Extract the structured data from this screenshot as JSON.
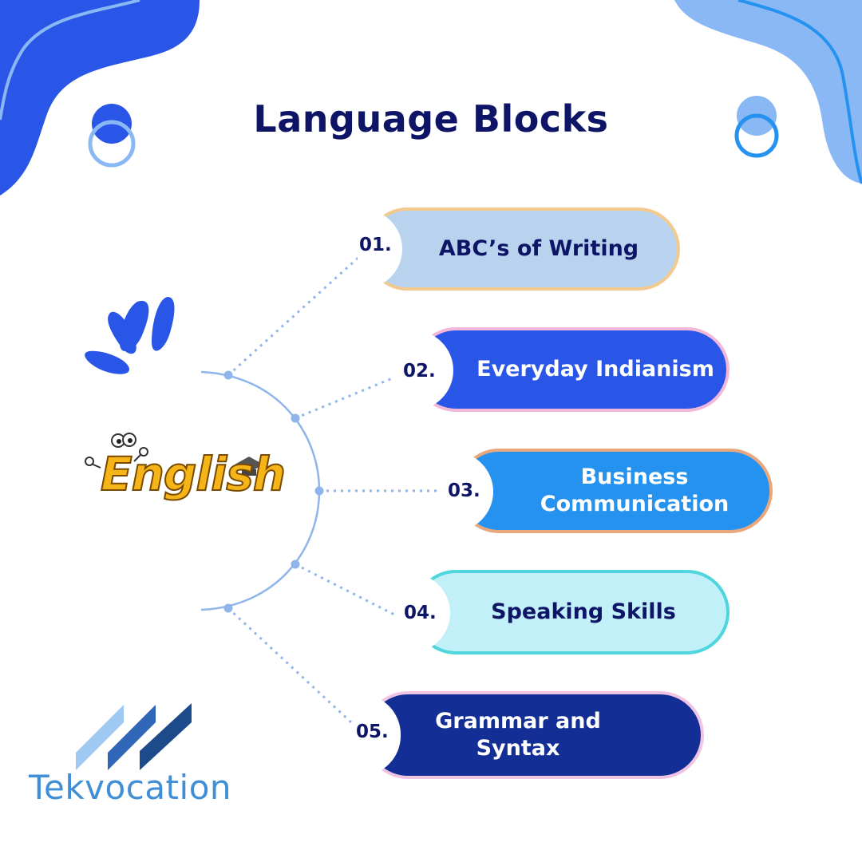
{
  "title": "Language Blocks",
  "center_label": "English",
  "brand": "Tekvocation",
  "items": [
    {
      "number": "01.",
      "label": "ABC’s of Writing",
      "fill": "#b9d3ef",
      "border": "#f3c98e",
      "text_color": "#0f1566"
    },
    {
      "number": "02.",
      "label": "Everyday Indianism",
      "fill": "#2a56e8",
      "border": "#f2b8d9",
      "text_color": "#ffffff"
    },
    {
      "number": "03.",
      "label_lines": [
        "Business",
        "Communication"
      ],
      "fill": "#2592ef",
      "border": "#e8a77c",
      "text_color": "#ffffff"
    },
    {
      "number": "04.",
      "label": "Speaking Skills",
      "fill": "#c2f0f8",
      "border": "#4fd6dc",
      "text_color": "#0f1566"
    },
    {
      "number": "05.",
      "label_lines": [
        "Grammar and",
        "Syntax"
      ],
      "fill": "#132e94",
      "border": "#f0c5e3",
      "text_color": "#ffffff"
    }
  ],
  "colors": {
    "title": "#0f1566",
    "blob_dark": "#2a56e8",
    "blob_light": "#8ab8f5",
    "connector": "#8fb5ea"
  }
}
